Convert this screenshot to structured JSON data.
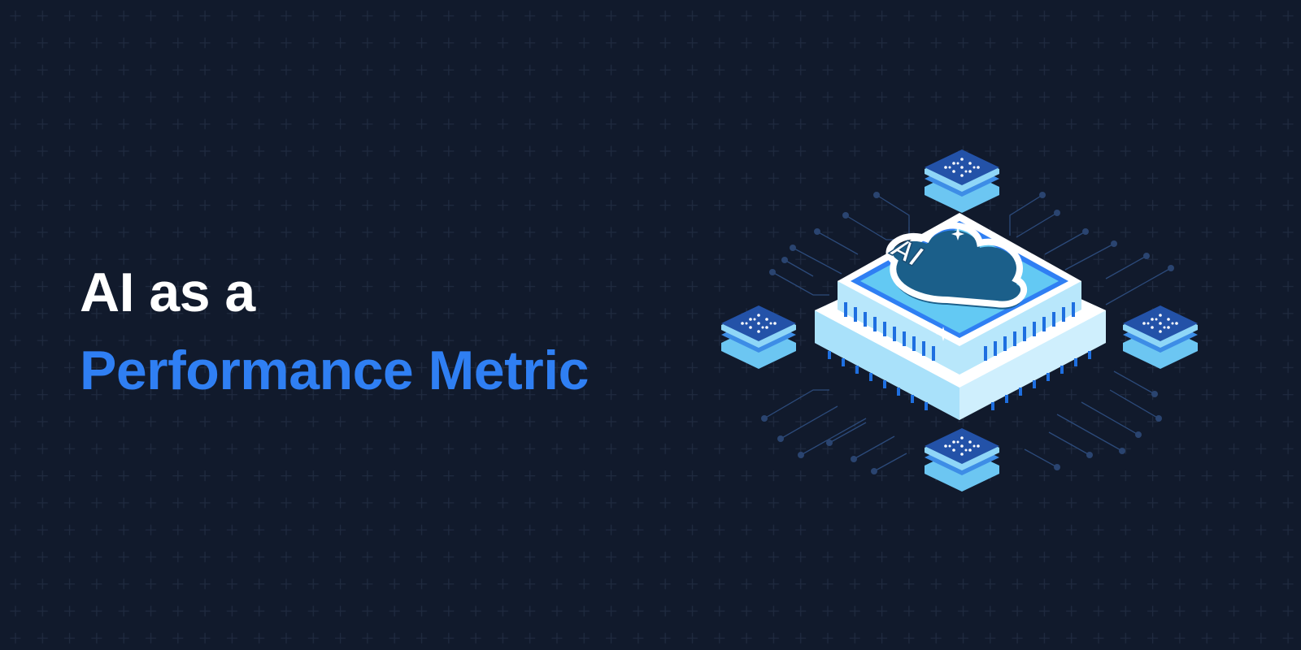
{
  "headline": {
    "line1": "AI as a",
    "line2": "Performance Metric"
  },
  "illustration": {
    "chip_label": "AI",
    "icon": "ai-chip-icon"
  },
  "colors": {
    "background": "#111a2c",
    "accent": "#2f7ff3",
    "text": "#ffffff"
  }
}
